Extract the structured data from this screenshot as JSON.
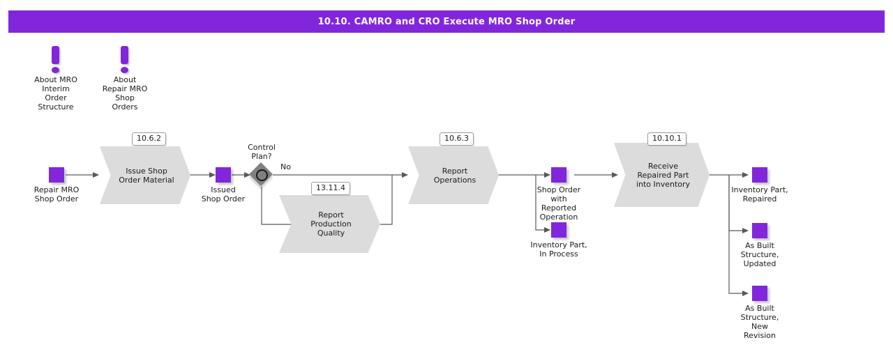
{
  "header": {
    "title": "10.10. CAMRO and CRO Execute MRO Shop Order",
    "bar_color": "#8226DC",
    "text_color": "#FFFFFF"
  },
  "colors": {
    "data_object": "#8226DC",
    "process_fill": "#DCDCDC",
    "gateway_fill": "#808080",
    "connector": "#595959",
    "canvas": "#FFFFFF"
  },
  "annotations": [
    {
      "icon": "exclamation-icon",
      "label": "About MRO\nInterim\nOrder\nStructure"
    },
    {
      "icon": "exclamation-icon",
      "label": "About\nRepair MRO\nShop\nOrders"
    }
  ],
  "data_objects": [
    {
      "id": "repair-mro-shop-order",
      "label": "Repair MRO\nShop Order"
    },
    {
      "id": "issued-shop-order",
      "label": "Issued\nShop Order"
    },
    {
      "id": "shop-order-with-reported-operation",
      "label": "Shop Order\nwith\nReported\nOperation"
    },
    {
      "id": "inventory-part-in-process",
      "label": "Inventory Part,\nIn Process"
    },
    {
      "id": "inventory-part-repaired",
      "label": "Inventory Part,\nRepaired"
    },
    {
      "id": "as-built-structure-updated",
      "label": "As Built\nStructure,\nUpdated"
    },
    {
      "id": "as-built-structure-new-revision",
      "label": "As Built\nStructure,\nNew\nRevision"
    }
  ],
  "processes": [
    {
      "id": "issue-shop-order-material",
      "ref": "10.6.2",
      "label": "Issue Shop\nOrder Material"
    },
    {
      "id": "report-production-quality",
      "ref": "13.11.4",
      "label": "Report\nProduction\nQuality"
    },
    {
      "id": "report-operations",
      "ref": "10.6.3",
      "label": "Report\nOperations"
    },
    {
      "id": "receive-repaired-part-into-inventory",
      "ref": "10.10.1",
      "label": "Receive\nRepaired Part\ninto Inventory"
    }
  ],
  "gateways": [
    {
      "id": "control-plan",
      "label": "Control\nPlan?",
      "branch_label": "No"
    }
  ]
}
